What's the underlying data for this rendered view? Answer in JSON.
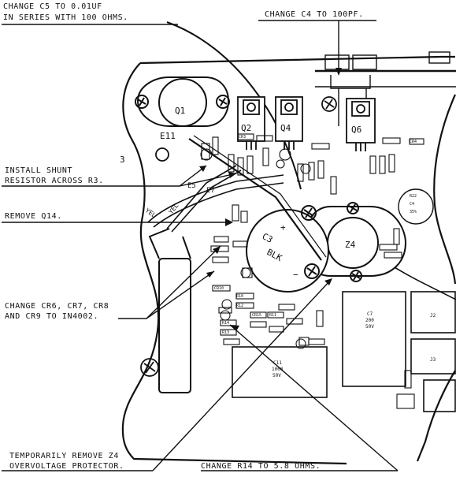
{
  "annotations": {
    "c5_line1": "CHANGE C5 TO 0.01UF",
    "c5_line2": "IN SERIES WITH 100 OHMS.",
    "c4": "CHANGE C4 TO 100PF.",
    "r3_line1": "INSTALL SHUNT",
    "r3_line2": "RESISTOR ACROSS R3.",
    "q14": "REMOVE Q14.",
    "cr_line1": "CHANGE CR6, CR7, CR8",
    "cr_line2": "AND CR9 TO IN4002.",
    "z4_line1": "TEMPORARILY REMOVE Z4",
    "z4_line2": "OVERVOLTAGE PROTECTOR.",
    "r14": "CHANGE R14 TO 5.8 OHMS."
  },
  "board_labels": {
    "q1": "Q1",
    "q2": "Q2",
    "q4": "Q4",
    "q6": "Q6",
    "z4": "Z4",
    "c3": "C3",
    "blk": "BLK",
    "e11": "E11",
    "e5": "E5",
    "e7": "E7",
    "yel1": "YEL",
    "yel2": "YEL",
    "three": "3",
    "plus": "+",
    "minus": "−",
    "c7_lines": [
      "C7",
      "200",
      "50V"
    ],
    "c11_lines": [
      "C11",
      "1000",
      "50V"
    ],
    "j2": "J2",
    "j3": "J3",
    "r22_lines": [
      "R22",
      "C4",
      "35%"
    ],
    "cr3": "CR3",
    "cr4": "CR4",
    "cr15": "CR15",
    "cr10": "CR10",
    "r11": "R11",
    "r14": "R14",
    "r13": "R13",
    "r10": "R10",
    "r12": "R12"
  }
}
